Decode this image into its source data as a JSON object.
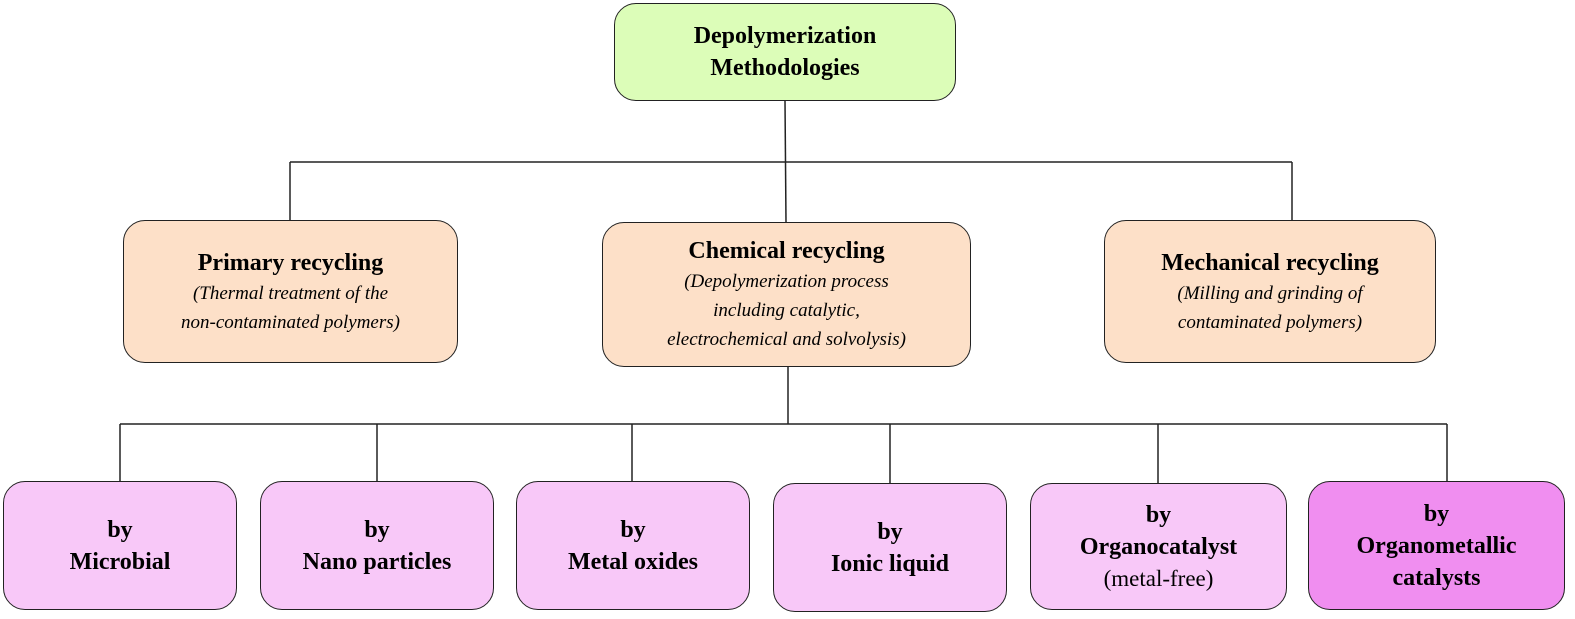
{
  "root": {
    "line1": "Depolymerization",
    "line2": "Methodologies"
  },
  "categories": [
    {
      "title": "Primary recycling",
      "desc_line1": "(Thermal treatment of the",
      "desc_line2": "non-contaminated polymers)"
    },
    {
      "title": "Chemical recycling",
      "desc_line1": "(Depolymerization process",
      "desc_line2": "including catalytic,",
      "desc_line3": "electrochemical and solvolysis)"
    },
    {
      "title": "Mechanical recycling",
      "desc_line1": "(Milling and grinding of",
      "desc_line2": "contaminated polymers)"
    }
  ],
  "methods": [
    {
      "line1": "by",
      "line2": "Microbial"
    },
    {
      "line1": "by",
      "line2": "Nano particles"
    },
    {
      "line1": "by",
      "line2": "Metal oxides"
    },
    {
      "line1": "by",
      "line2": "Ionic liquid"
    },
    {
      "line1": "by",
      "line2": "Organocatalyst",
      "line3": "(metal-free)"
    },
    {
      "line1": "by",
      "line2": "Organometallic",
      "line3": "catalysts"
    }
  ],
  "colors": {
    "root_fill": "#dcfdb8",
    "category_fill": "#fde0c8",
    "method_fill": "#f8c8f8",
    "method_highlight_fill": "#f08ef0",
    "line": "#222222"
  }
}
